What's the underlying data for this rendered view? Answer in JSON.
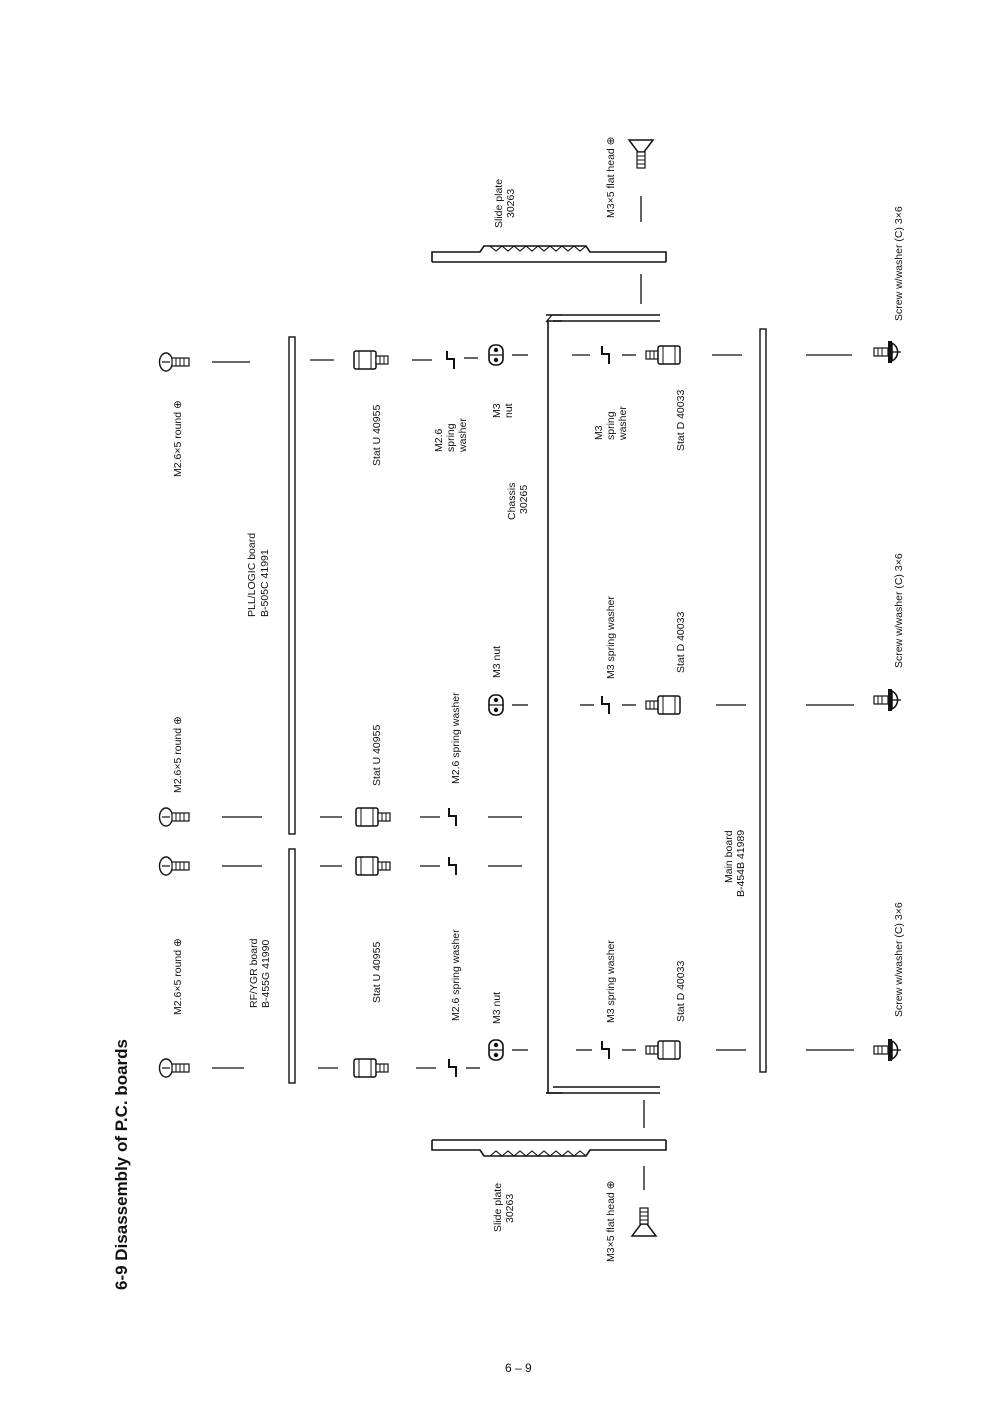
{
  "title": "6-9 Disassembly of P.C. boards",
  "page_number": "6 – 9",
  "labels": {
    "round_screw": "M2.6×5 round ⊕",
    "rfygr_board": "RF/YGR board",
    "rfygr_board_no": "B-455G 41990",
    "pll_board": "PLL/LOGIC board",
    "pll_board_no": "B-505C 41991",
    "stat_u": "Stat U 40955",
    "m26_spring_washer": "M2.6 spring washer",
    "m26_l1": "M2.6",
    "m26_l2": "spring",
    "m26_l3": "washer",
    "m3_nut": "M3 nut",
    "m3_l1": "M3",
    "m3_l2": "nut",
    "chassis": "Chassis",
    "chassis_no": "30265",
    "m3_spring_washer": "M3 spring washer",
    "m3sw_l1": "M3",
    "m3sw_l2": "spring",
    "m3sw_l3": "washer",
    "stat_d": "Stat D 40033",
    "main_board": "Main board",
    "main_board_no": "B-454B 41989",
    "screw_washer": "Screw w/washer (C) 3×6",
    "slide_plate": "Slide plate",
    "slide_plate_no": "30263",
    "flat_head": "M3×5 flat head ⊕"
  },
  "colors": {
    "ink": "#111111",
    "paper": "#ffffff"
  }
}
